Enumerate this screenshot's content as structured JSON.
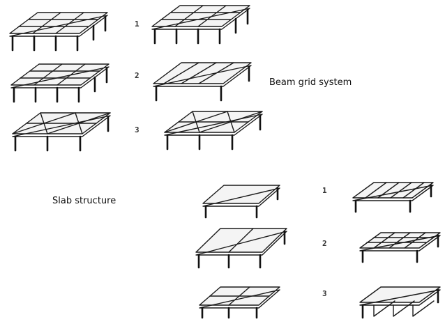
{
  "labels": {
    "beam_grid": "Beam grid system",
    "slab_structure": "Slab structure"
  },
  "beam_figures": [
    {
      "number": "1"
    },
    {
      "number": "2"
    },
    {
      "number": "3"
    }
  ],
  "slab_figures": [
    {
      "number": "1"
    },
    {
      "number": "2"
    },
    {
      "number": "3"
    }
  ],
  "colors": {
    "ink": "#1a1a1a",
    "background": "#ffffff"
  }
}
